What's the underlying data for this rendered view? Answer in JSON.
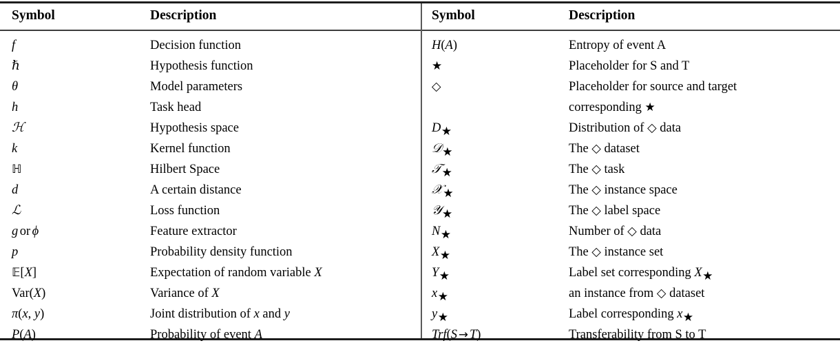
{
  "table": {
    "left": {
      "headers": {
        "symbol": "Symbol",
        "description": "Description"
      },
      "rows": [
        {
          "symbol": "f",
          "description": "Decision function"
        },
        {
          "symbol": "ℏ",
          "description": "Hypothesis function"
        },
        {
          "symbol": "θ",
          "description": "Model parameters"
        },
        {
          "symbol": "h",
          "description": "Task head"
        },
        {
          "symbol": "ℋ",
          "description": "Hypothesis space"
        },
        {
          "symbol": "k",
          "description": "Kernel function"
        },
        {
          "symbol": "ℍ",
          "description": "Hilbert Space"
        },
        {
          "symbol": "d",
          "description": "A certain distance"
        },
        {
          "symbol": "ℒ",
          "description": "Loss function"
        },
        {
          "symbol": "g or ϕ",
          "description": "Feature extractor"
        },
        {
          "symbol": "p",
          "description": "Probability density function"
        },
        {
          "symbol": "ᵓ[X]",
          "description": "Expectation of random variable X"
        },
        {
          "symbol": "Var(X)",
          "description": "Variance of X"
        },
        {
          "symbol": "π(x, y)",
          "description": "Joint distribution of x and y"
        },
        {
          "symbol": "P(A)",
          "description": "Probability of event A"
        }
      ]
    },
    "right": {
      "headers": {
        "symbol": "Symbol",
        "description": "Description"
      },
      "rows": [
        {
          "symbol": "H(A)",
          "description": "Entropy of event A"
        },
        {
          "symbol": "★",
          "description": "Placeholder for S and T"
        },
        {
          "symbol": "◇",
          "description": "Placeholder for source and target corresponding ★",
          "description_line1": "Placeholder for source and target",
          "description_line2": "corresponding ★"
        },
        {
          "symbol": "D★",
          "description": "Distribution of ◇ data"
        },
        {
          "symbol": "𝒟★",
          "description": "The ◇ dataset"
        },
        {
          "symbol": "𝒯★",
          "description": "The ◇ task"
        },
        {
          "symbol": "𝒳★",
          "description": "The ◇ instance space"
        },
        {
          "symbol": "𝒴★",
          "description": "The ◇ label space"
        },
        {
          "symbol": "N★",
          "description": "Number of ◇ data"
        },
        {
          "symbol": "X★",
          "description": "The ◇ instance set"
        },
        {
          "symbol": "Y★",
          "description": "Label set corresponding X★"
        },
        {
          "symbol": "x★",
          "description": "an instance from ◇ dataset"
        },
        {
          "symbol": "y★",
          "description": "Label corresponding x★"
        },
        {
          "symbol": "Trf(S → T)",
          "description": "Transferability from S to T"
        }
      ]
    }
  }
}
